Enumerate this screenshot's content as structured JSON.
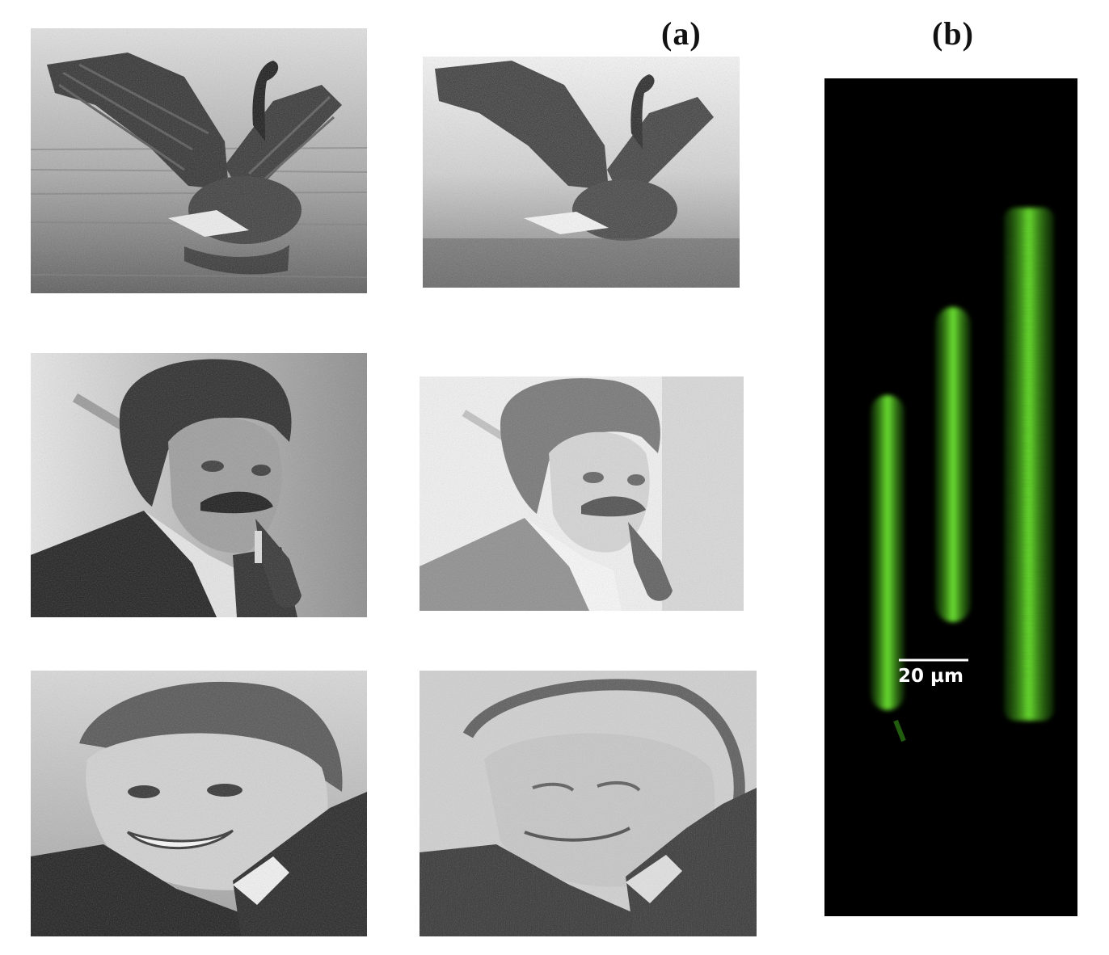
{
  "figure": {
    "panel_a_label": "(a)",
    "panel_b_label": "(b)"
  },
  "panel_a": {
    "rows": [
      {
        "subject": "goose",
        "original": "goose-photo",
        "reconstruction": "goose-reconstruction"
      },
      {
        "subject": "man-with-pipe",
        "original": "pipe-portrait-photo",
        "reconstruction": "pipe-portrait-reconstruction"
      },
      {
        "subject": "smiling-man",
        "original": "smiling-man-photo",
        "reconstruction": "smiling-man-reconstruction"
      }
    ]
  },
  "panel_b": {
    "scale_bar_text": "20 µm",
    "fiber_color": "#5fd92c",
    "background_color": "#000000"
  }
}
